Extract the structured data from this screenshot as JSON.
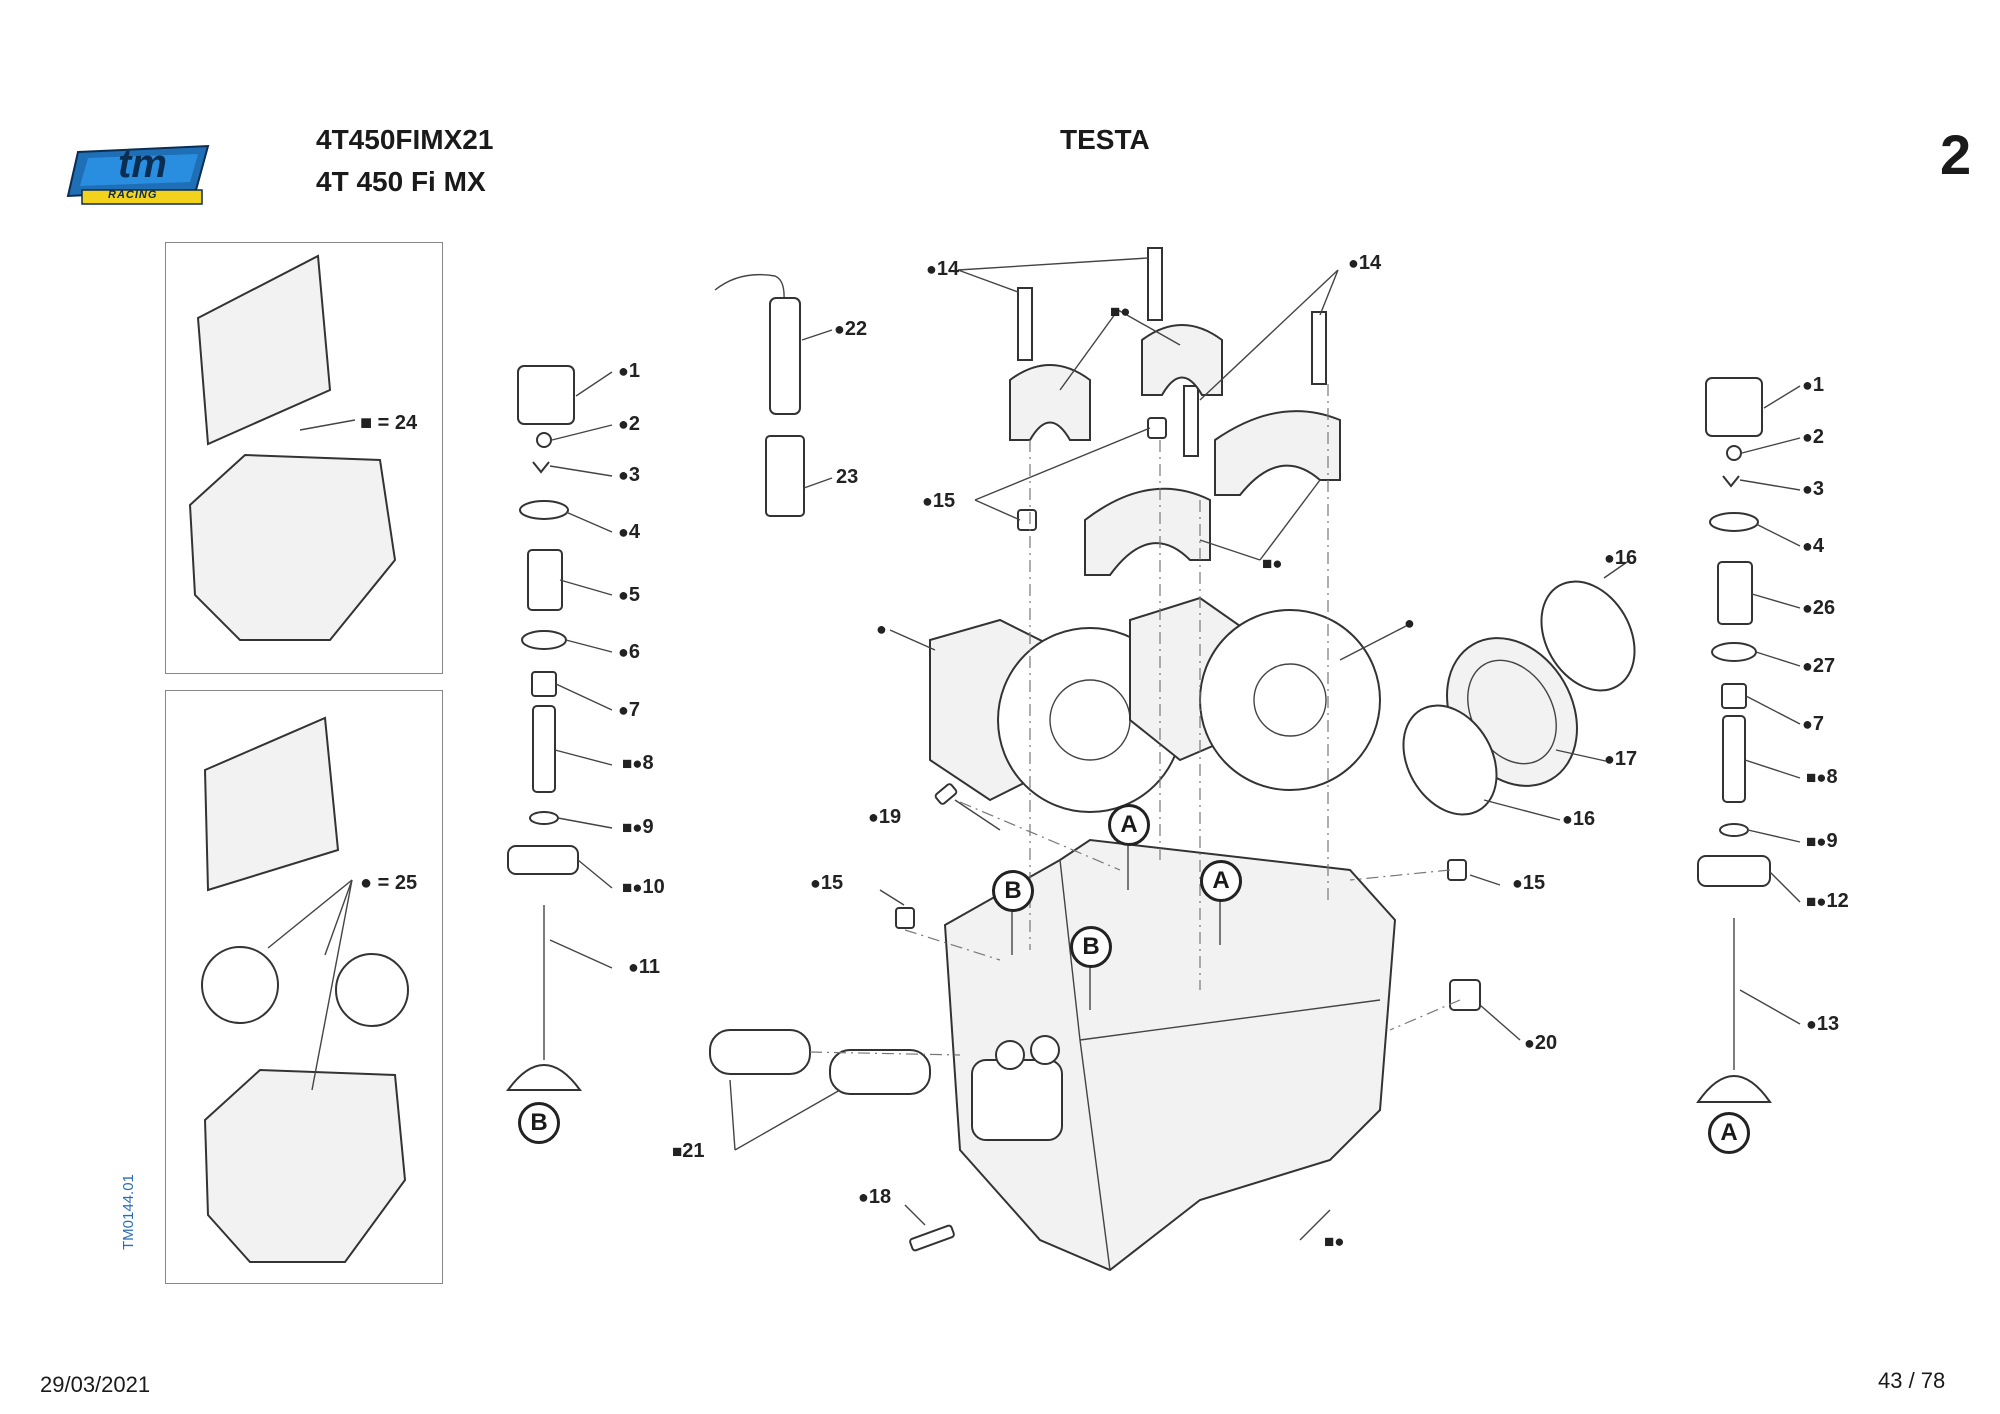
{
  "header": {
    "code": "4T450FIMX21",
    "model": "4T 450 Fi MX",
    "title": "TESTA",
    "page_group": "2"
  },
  "logo": {
    "word": "tm",
    "sub": "RACING"
  },
  "kits": {
    "kit1": "■ = 24",
    "kit2": "● = 25",
    "drawing_code": "TM0144.01"
  },
  "left_valve": [
    "1",
    "2",
    "3",
    "4",
    "5",
    "6",
    "7",
    "8",
    "9",
    "10",
    "11"
  ],
  "right_valve": [
    "1",
    "2",
    "3",
    "4",
    "26",
    "27",
    "7",
    "8",
    "9",
    "12",
    "13"
  ],
  "callouts": {
    "l14a": "14",
    "l14b": "14",
    "l15a": "15",
    "l15b": "15",
    "l15c": "15",
    "l16a": "16",
    "l16b": "16",
    "l17": "17",
    "l18": "18",
    "l19": "19",
    "l20": "20",
    "l21": "21",
    "l22": "22",
    "l23": "23"
  },
  "markers": {
    "A": "A",
    "B": "B"
  },
  "footer": {
    "date": "29/03/2021",
    "page": "43 / 78"
  }
}
